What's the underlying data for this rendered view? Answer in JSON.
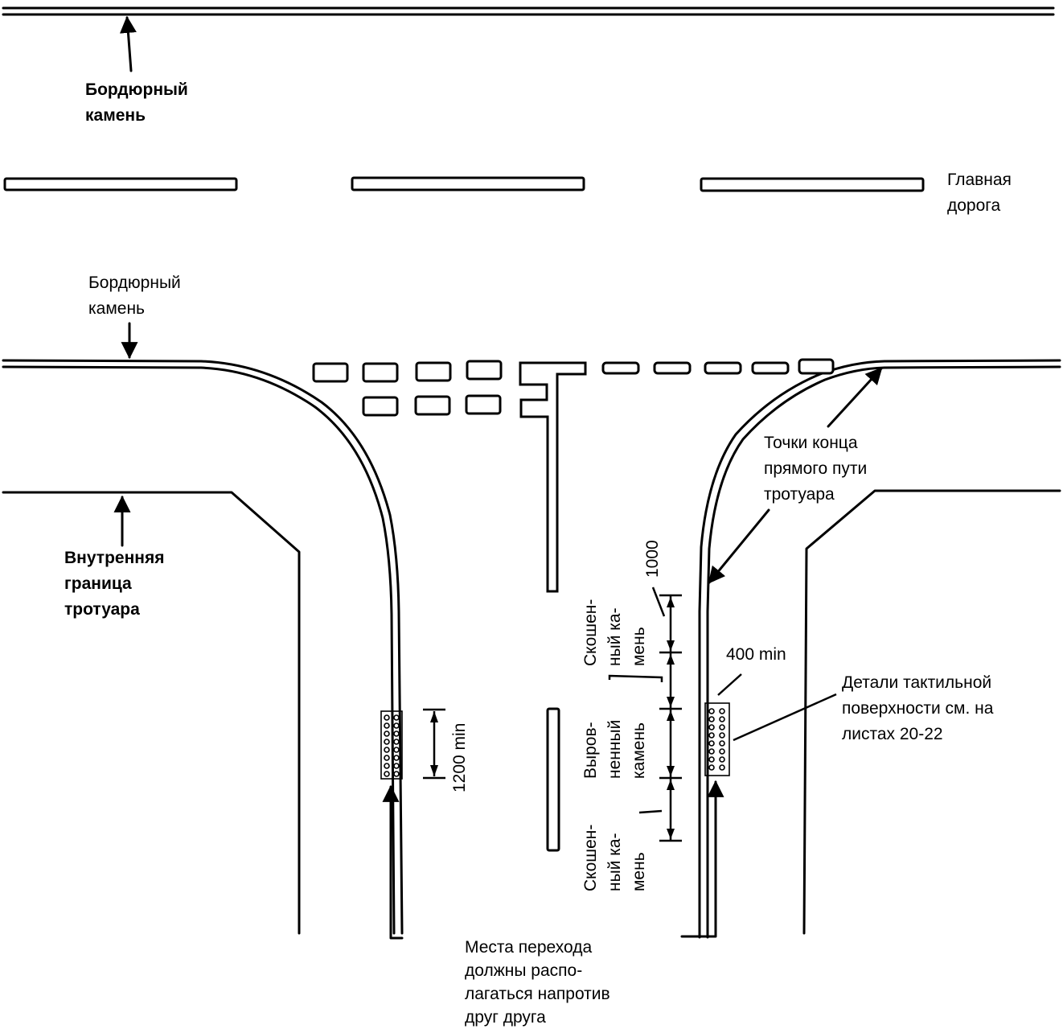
{
  "diagram": {
    "labels": {
      "curb_top": [
        "Бордюрный",
        "камень"
      ],
      "main_road": [
        "Главная",
        "дорога"
      ],
      "curb_bottom": [
        "Бордюрный",
        "камень"
      ],
      "inner_sidewalk_edge": [
        "Внутренняя",
        "граница",
        "тротуара"
      ],
      "sidewalk_straight_path_end": [
        "Точки конца",
        "прямого пути",
        "тротуара"
      ],
      "tactile_details": [
        "Детали тактильной",
        "поверхности  см. на",
        "листах  20-22"
      ],
      "crossings_opposite": [
        "Места перехода",
        "должны распо-",
        "лагаться напротив",
        "друг друга"
      ],
      "beveled_stone_top": [
        "Скошен-",
        "ный ка-",
        "мень"
      ],
      "level_stone": [
        "Выров-",
        "ненный",
        "камень"
      ],
      "beveled_stone_bottom": [
        "Скошен-",
        "ный ка-",
        "мень"
      ]
    },
    "dimensions": {
      "beveled_length": "1000",
      "tactile_min_width": "400 min",
      "tactile_min_length": "1200 min"
    }
  }
}
